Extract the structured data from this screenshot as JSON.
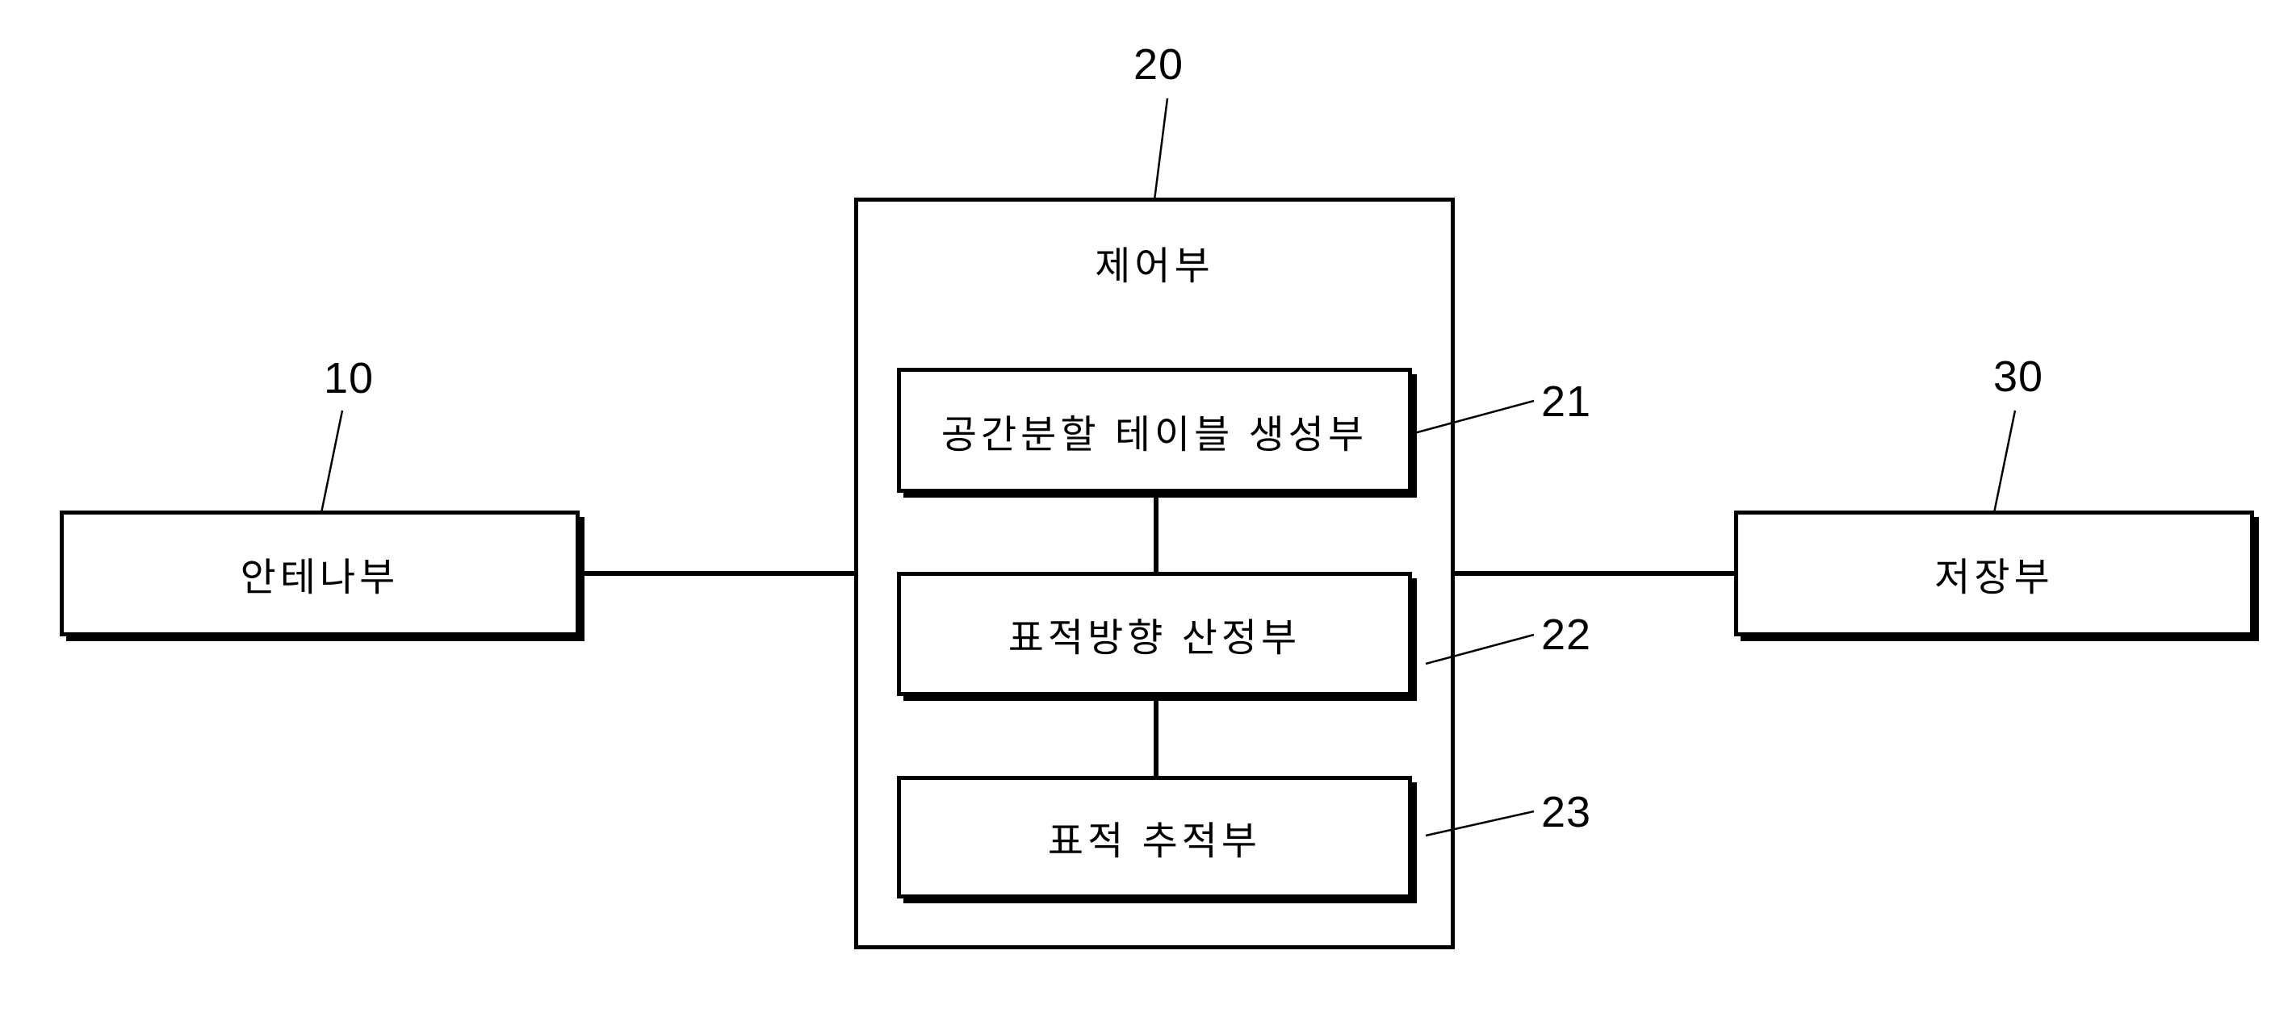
{
  "figure": {
    "background_color": "#ffffff",
    "line_color": "#000000",
    "blocks": {
      "antenna": {
        "label": "안테나부",
        "ref": "10"
      },
      "control": {
        "label": "제어부",
        "ref": "20"
      },
      "storage": {
        "label": "저장부",
        "ref": "30"
      },
      "spatial_table": {
        "label": "공간분할 테이블 생성부",
        "ref": "21"
      },
      "target_direction": {
        "label": "표적방향 산정부",
        "ref": "22"
      },
      "target_tracking": {
        "label": "표적 추적부",
        "ref": "23"
      }
    }
  }
}
